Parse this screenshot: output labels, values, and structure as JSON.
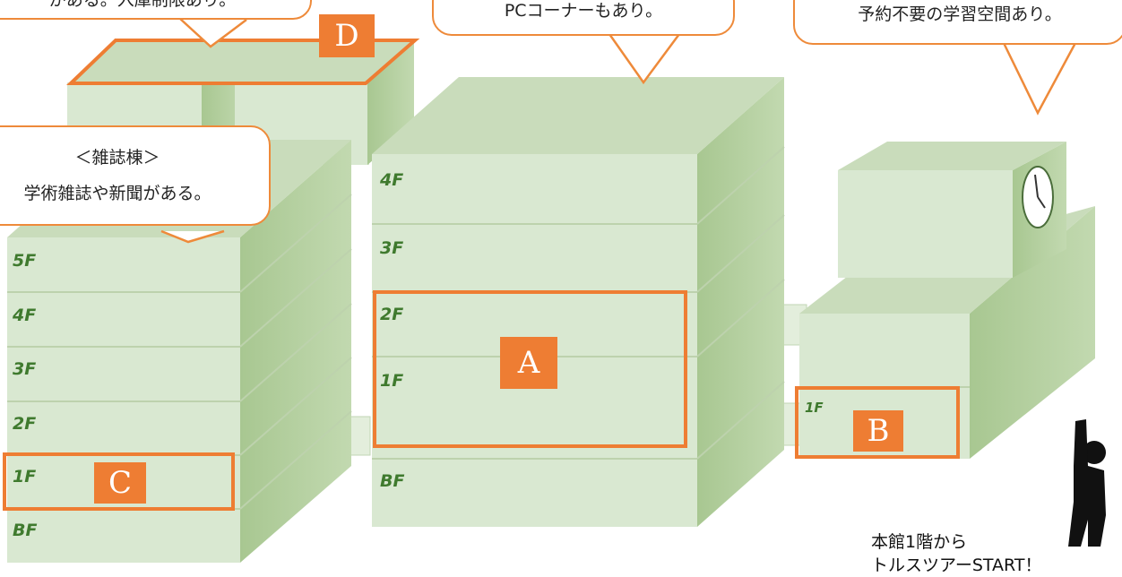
{
  "callouts": {
    "top_left": {
      "line1": "がある。入庫制限あり。"
    },
    "top_center": {
      "line1": "PCコーナーもあり。"
    },
    "top_right": {
      "line1": "予約不要の学習空間あり。"
    },
    "magazine": {
      "title": "＜雑誌棟＞",
      "line1": "学術雑誌や新聞がある。"
    }
  },
  "markers": {
    "a": "A",
    "b": "B",
    "c": "C",
    "d": "D"
  },
  "floors": {
    "center": [
      "4F",
      "3F",
      "2F",
      "1F",
      "BF"
    ],
    "left": [
      "5F",
      "4F",
      "3F",
      "2F",
      "1F",
      "BF"
    ],
    "right": [
      "1F"
    ]
  },
  "start": {
    "line1": "本館1階から",
    "line2": "トルスツアーSTART！"
  },
  "colors": {
    "building_front": "#d9e8d1",
    "building_side": "#a9c893",
    "building_top": "#c9dcbb",
    "floor_text": "#3f7a2e",
    "highlight": "#ee7d33"
  }
}
